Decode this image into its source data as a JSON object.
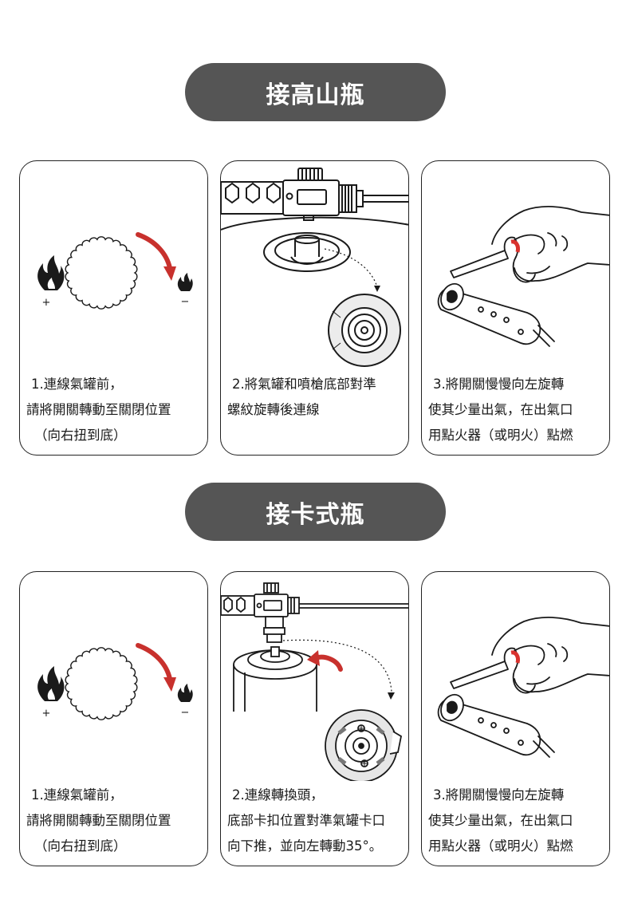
{
  "sections": [
    {
      "title": "接高山瓶",
      "steps": [
        {
          "lines": [
            "1.連線氣罐前，",
            "請將開關轉動至關閉位置",
            "（向右扭到底）"
          ]
        },
        {
          "lines": [
            "2.將氣罐和噴槍底部對準",
            "螺紋旋轉後連線"
          ]
        },
        {
          "lines": [
            "3.將開關慢慢向左旋轉",
            "使其少量出氣，在出氣口",
            "用點火器（或明火）點燃"
          ]
        }
      ]
    },
    {
      "title": "接卡式瓶",
      "steps": [
        {
          "lines": [
            "1.連線氣罐前，",
            "請將開關轉動至關閉位置",
            "（向右扭到底）"
          ]
        },
        {
          "lines": [
            "2.連線轉換頭，",
            "底部卡扣位置對準氣罐卡口",
            "向下推，並向左轉動35°。"
          ]
        },
        {
          "lines": [
            "3.將開關慢慢向左旋轉",
            "使其少量出氣，在出氣口",
            "用點火器（或明火）點燃"
          ]
        }
      ]
    }
  ],
  "symbols": {
    "plus": "+",
    "minus": "−"
  },
  "colors": {
    "pill": "#555555",
    "arrow": "#c8312d",
    "accent_band": "#d9322e",
    "outline": "#222222"
  },
  "icons": [
    "flame-large-icon",
    "flame-small-icon",
    "knob-icon",
    "rotate-arrow-icon",
    "torch-icon",
    "canister-icon",
    "adapter-icon",
    "lighter-hand-icon"
  ]
}
